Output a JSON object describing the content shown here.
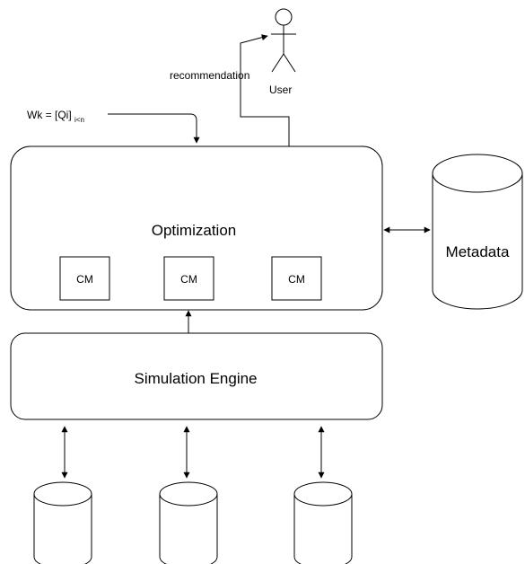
{
  "diagram": {
    "user": {
      "label": "User"
    },
    "recommendation": {
      "label": "recommendation"
    },
    "workload": {
      "prefix": "Wk = [Qi]",
      "subscript": "i<n"
    },
    "optimization": {
      "label": "Optimization",
      "modules": [
        {
          "label": "CM"
        },
        {
          "label": "CM"
        },
        {
          "label": "CM"
        }
      ]
    },
    "metadata": {
      "label": "Metadata"
    },
    "simulation_engine": {
      "label": "Simulation Engine"
    },
    "databases": [
      {},
      {},
      {}
    ]
  }
}
